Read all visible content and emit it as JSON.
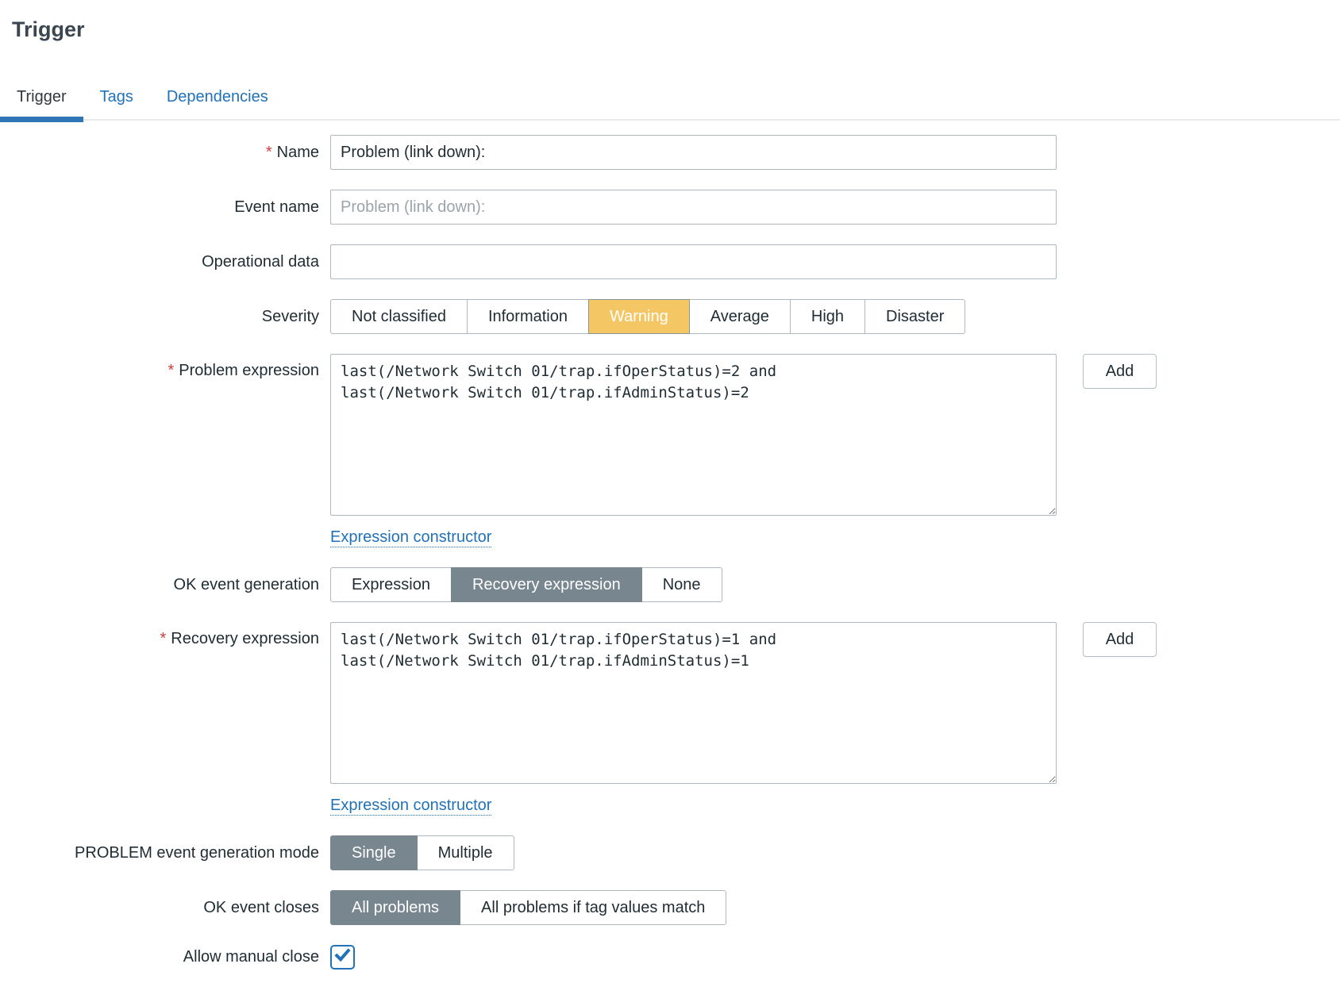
{
  "page": {
    "title": "Trigger"
  },
  "tabs": [
    {
      "label": "Trigger",
      "active": true
    },
    {
      "label": "Tags",
      "active": false
    },
    {
      "label": "Dependencies",
      "active": false
    }
  ],
  "required_mark": "*",
  "form": {
    "name": {
      "label": "Name",
      "required": true,
      "value": "Problem (link down):"
    },
    "event_name": {
      "label": "Event name",
      "value": "",
      "placeholder": "Problem (link down):"
    },
    "operational_data": {
      "label": "Operational data",
      "value": "",
      "placeholder": ""
    },
    "severity": {
      "label": "Severity",
      "options": [
        "Not classified",
        "Information",
        "Warning",
        "Average",
        "High",
        "Disaster"
      ],
      "selected": "Warning",
      "selected_color": "#f4c764"
    },
    "problem_expression": {
      "label": "Problem expression",
      "required": true,
      "value": "last(/Network Switch 01/trap.ifOperStatus)=2 and\nlast(/Network Switch 01/trap.ifAdminStatus)=2",
      "add_button": "Add",
      "constructor_link": "Expression constructor"
    },
    "ok_event_generation": {
      "label": "OK event generation",
      "options": [
        "Expression",
        "Recovery expression",
        "None"
      ],
      "selected": "Recovery expression"
    },
    "recovery_expression": {
      "label": "Recovery expression",
      "required": true,
      "value": "last(/Network Switch 01/trap.ifOperStatus)=1 and\nlast(/Network Switch 01/trap.ifAdminStatus)=1",
      "add_button": "Add",
      "constructor_link": "Expression constructor"
    },
    "problem_event_generation_mode": {
      "label": "PROBLEM event generation mode",
      "options": [
        "Single",
        "Multiple"
      ],
      "selected": "Single"
    },
    "ok_event_closes": {
      "label": "OK event closes",
      "options": [
        "All problems",
        "All problems if tag values match"
      ],
      "selected": "All problems"
    },
    "allow_manual_close": {
      "label": "Allow manual close",
      "checked": true
    }
  },
  "colors": {
    "accent_blue": "#2272b8",
    "tab_underline": "#2e76b8",
    "selected_gray": "#78868f",
    "warning_orange": "#f4c764",
    "required_red": "#d23b3b",
    "input_border": "#aeb8bf"
  }
}
